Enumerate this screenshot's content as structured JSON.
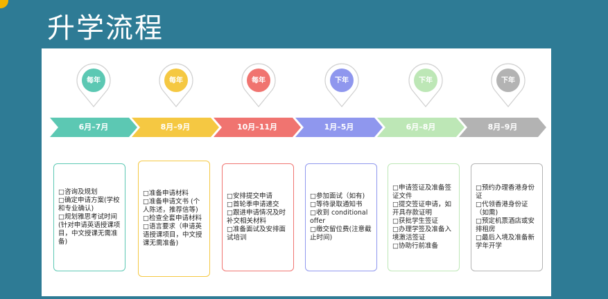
{
  "title": "升学流程",
  "colors": {
    "background": "#2e7b95",
    "stage_colors": [
      "#5cc8b3",
      "#f5c842",
      "#f07470",
      "#8f97ee",
      "#bde7b6",
      "#b3b3b3"
    ]
  },
  "stages": [
    {
      "pin_label": "每年",
      "period": "6月–7月",
      "color": "#5cc8b3",
      "items": [
        "□咨询及规划",
        "□确定申请方案(学校和专业确认)",
        "□规划雅思考试时间(针对申请英语授课项目，中文授课无需准备)"
      ]
    },
    {
      "pin_label": "每年",
      "period": "8月–9月",
      "color": "#f5c842",
      "items": [
        "□准备申请材料",
        "□准备申请文书 (个人陈述，推荐信等)",
        "□检查全套申请材料",
        "□语言要求（申请英语授课项目，中文授课无需准备)"
      ]
    },
    {
      "pin_label": "每年",
      "period": "10月–11月",
      "color": "#f07470",
      "items": [
        "□安排提交申请",
        "□首轮季申请递交",
        "□跟进申请情况及时补交相关材料",
        "□准备面试及安排面试培训"
      ]
    },
    {
      "pin_label": "下年",
      "period": "1月–5月",
      "color": "#8f97ee",
      "items": [
        "□参加面试（如有)",
        "□等待录取通知书",
        "□收到 conditional offer",
        "□缴交留位费(注意截止时间)"
      ]
    },
    {
      "pin_label": "下年",
      "period": "6月–8月",
      "color": "#bde7b6",
      "items": [
        "□申请签证及准备签证文件",
        "□提交签证申请，如开具存款证明",
        "□获批学生签证",
        "□办理学签及准备入境激活签证",
        "□协助行前准备"
      ]
    },
    {
      "pin_label": "下年",
      "period": "8月–9月",
      "color": "#b3b3b3",
      "items": [
        "□预约办理香港身份证",
        "□代领香港身份证（如需)",
        "□预定机票酒店或安排租房",
        "□最后入境及准备新学年开学"
      ]
    }
  ]
}
